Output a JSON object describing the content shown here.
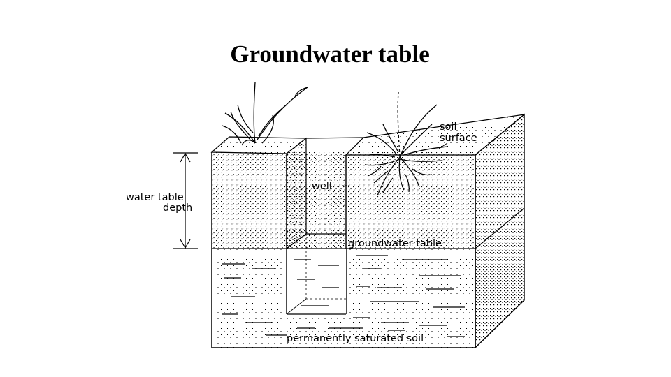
{
  "title": "Groundwater table",
  "labels": {
    "soil_surface_line1": "soil",
    "soil_surface_line2": "surface",
    "well": "well",
    "water_table_depth_line1": "water table",
    "water_table_depth_line2": "depth",
    "groundwater_table": "groundwater table",
    "saturated_soil": "permanently saturated soil"
  },
  "colors": {
    "ink": "#000000",
    "background": "#ffffff"
  }
}
